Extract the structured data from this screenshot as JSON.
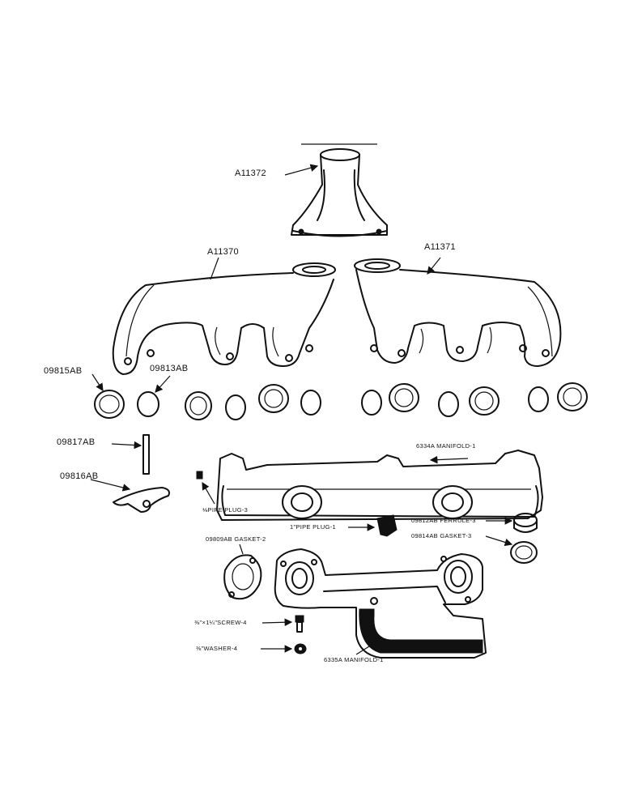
{
  "labels": {
    "a11372": "A11372",
    "a11370": "A11370",
    "a11371": "A11371",
    "p09815ab": "09815AB",
    "p09813ab": "09813AB",
    "p09817ab": "09817AB",
    "p09816ab": "09816AB",
    "m6334a": "6334A MANIFOLD-1",
    "plug_eighth": "⅛PIPE PLUG-3",
    "plug_one": "1\"PIPE PLUG-1",
    "ferrule": "09812AB FERRULE-3",
    "gasket_3": "09814AB GASKET-3",
    "gasket_2": "09809AB GASKET-2",
    "screw": "⅜\"×1¼\"SCREW-4",
    "washer": "⅜\"WASHER-4",
    "m6335a": "6335A MANIFOLD-1"
  }
}
